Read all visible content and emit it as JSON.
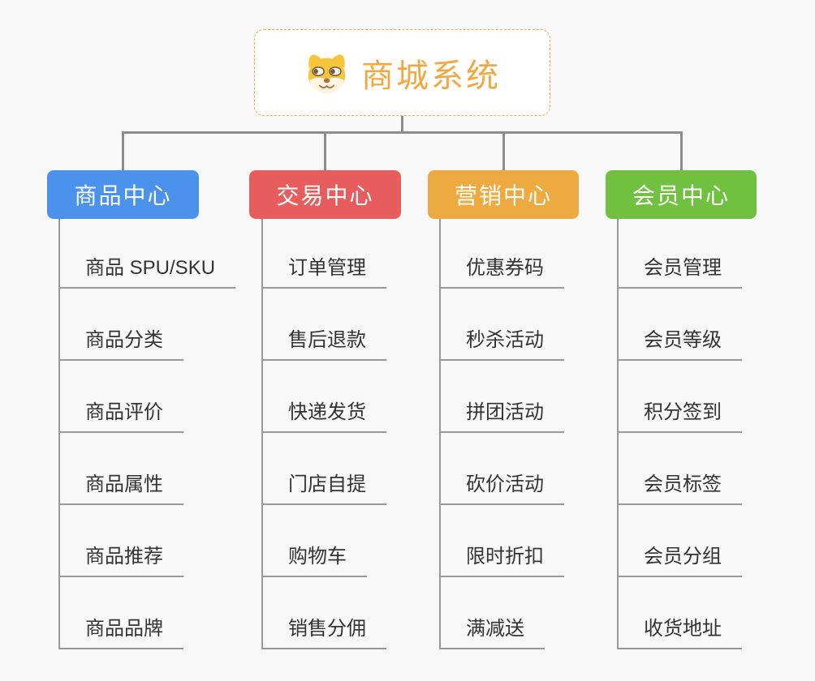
{
  "title": {
    "text": "商城系统",
    "icon": "dog-face-icon",
    "color": "#f0a843",
    "border_color": "#edb052"
  },
  "connectors": {
    "main_color": "#8c8c8c",
    "child_color": "#999999"
  },
  "branches": [
    {
      "label": "商品中心",
      "color": "#4b92ec",
      "items": [
        "商品 SPU/SKU",
        "商品分类",
        "商品评价",
        "商品属性",
        "商品推荐",
        "商品品牌"
      ]
    },
    {
      "label": "交易中心",
      "color": "#e75d5d",
      "items": [
        "订单管理",
        "售后退款",
        "快递发货",
        "门店自提",
        "购物车",
        "销售分佣"
      ]
    },
    {
      "label": "营销中心",
      "color": "#ecaa41",
      "items": [
        "优惠券码",
        "秒杀活动",
        "拼团活动",
        "砍价活动",
        "限时折扣",
        "满减送"
      ]
    },
    {
      "label": "会员中心",
      "color": "#6fc13f",
      "items": [
        "会员管理",
        "会员等级",
        "积分签到",
        "会员标签",
        "会员分组",
        "收货地址"
      ]
    }
  ]
}
